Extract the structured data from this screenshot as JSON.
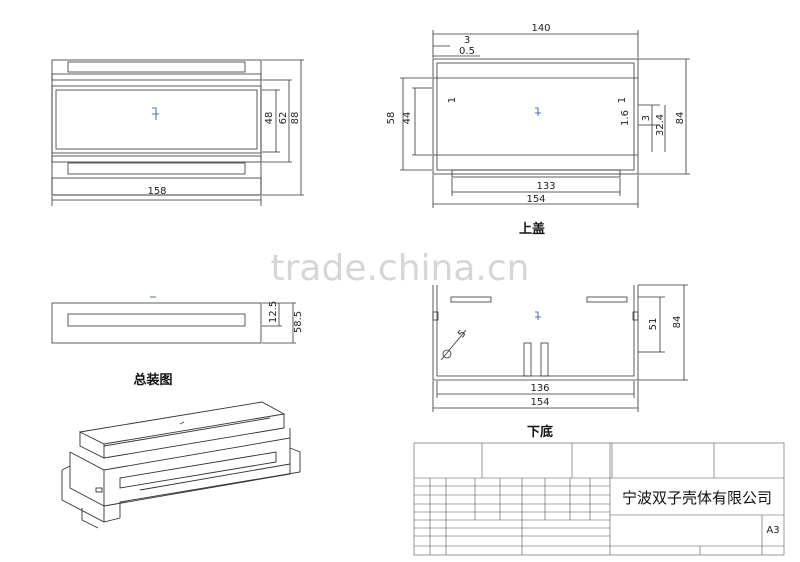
{
  "dimensions": {
    "front_width": "158",
    "front_h_48": "48",
    "front_h_62": "62",
    "front_h_88": "88",
    "top_140": "140",
    "top_3": "3",
    "top_0_5": "0.5",
    "top_58": "58",
    "top_44": "44",
    "top_1a": "1",
    "top_1b": "1",
    "top_1_6": "1.6",
    "top_3b": "3",
    "top_32_4": "32.4",
    "top_84": "84",
    "top_133": "133",
    "top_154": "154",
    "side_12_5": "12.5",
    "side_58_5": "58.5",
    "bot_5": "5",
    "bot_51": "51",
    "bot_84": "84",
    "bot_136": "136",
    "bot_154": "154"
  },
  "labels": {
    "top_cover": "上盖",
    "assembly": "总装图",
    "bottom_base": "下底",
    "watermark": "trade.china.cn"
  },
  "title_block": {
    "company": "宁波双子壳体有限公司",
    "sheet_size": "A3"
  }
}
